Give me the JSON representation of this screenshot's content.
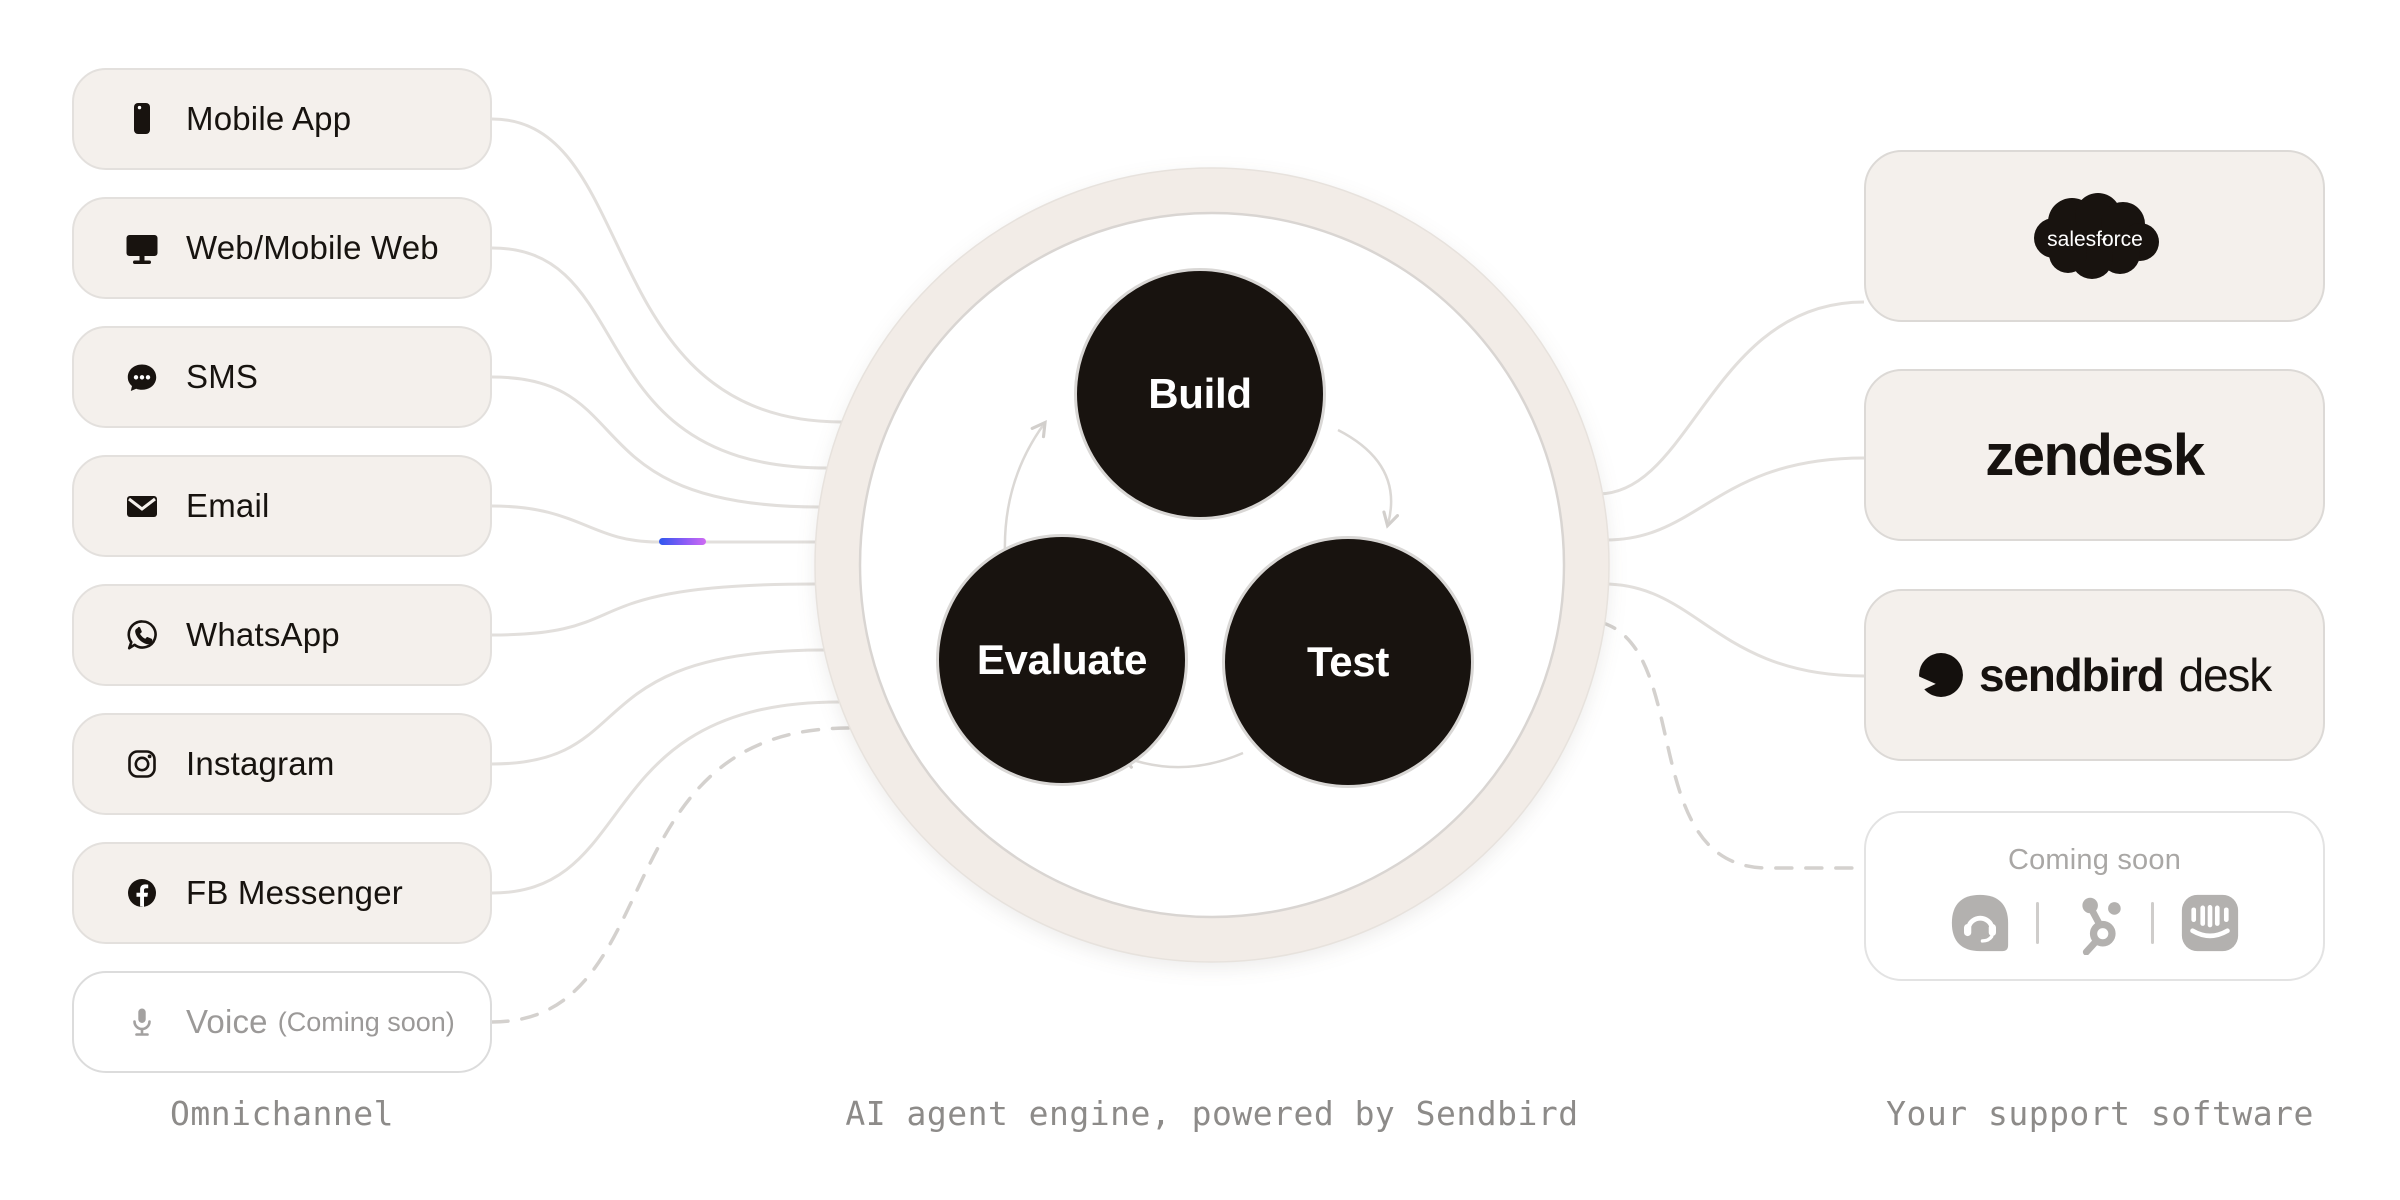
{
  "captions": {
    "left": "Omnichannel",
    "center": "AI agent engine, powered by Sendbird",
    "right": "Your support software"
  },
  "channels": [
    {
      "label": "Mobile App",
      "icon": "smartphone-icon"
    },
    {
      "label": "Web/Mobile Web",
      "icon": "monitor-icon"
    },
    {
      "label": "SMS",
      "icon": "chat-bubble-icon"
    },
    {
      "label": "Email",
      "icon": "envelope-icon"
    },
    {
      "label": "WhatsApp",
      "icon": "whatsapp-icon"
    },
    {
      "label": "Instagram",
      "icon": "instagram-icon"
    },
    {
      "label": "FB Messenger",
      "icon": "facebook-icon"
    },
    {
      "label": "Voice",
      "suffix": "(Coming soon)",
      "icon": "microphone-icon",
      "state": "coming-soon"
    }
  ],
  "engine": {
    "nodes": {
      "build": "Build",
      "test": "Test",
      "evaluate": "Evaluate"
    }
  },
  "integrations": {
    "salesforce": {
      "logo_text": "salesforce"
    },
    "zendesk": {
      "logo_text": "zendesk"
    },
    "sendbird_desk": {
      "logo_text_bold": "sendbird",
      "logo_text_regular": "desk"
    },
    "coming_soon": {
      "label": "Coming soon",
      "partner_icons": [
        "freshdesk-icon",
        "hubspot-icon",
        "intercom-icon"
      ]
    }
  },
  "colors": {
    "ink": "#18130f",
    "pill_bg": "#f4f0ec",
    "ring": "#f2ece7",
    "wire": "#e2dfdc",
    "dashed": "#d4d1ce",
    "muted_text": "#9b9998",
    "caption_text": "#8d8b89",
    "packet_gradient": [
      "#2e57ee",
      "#8b5cf6",
      "#cf6bf2"
    ]
  }
}
